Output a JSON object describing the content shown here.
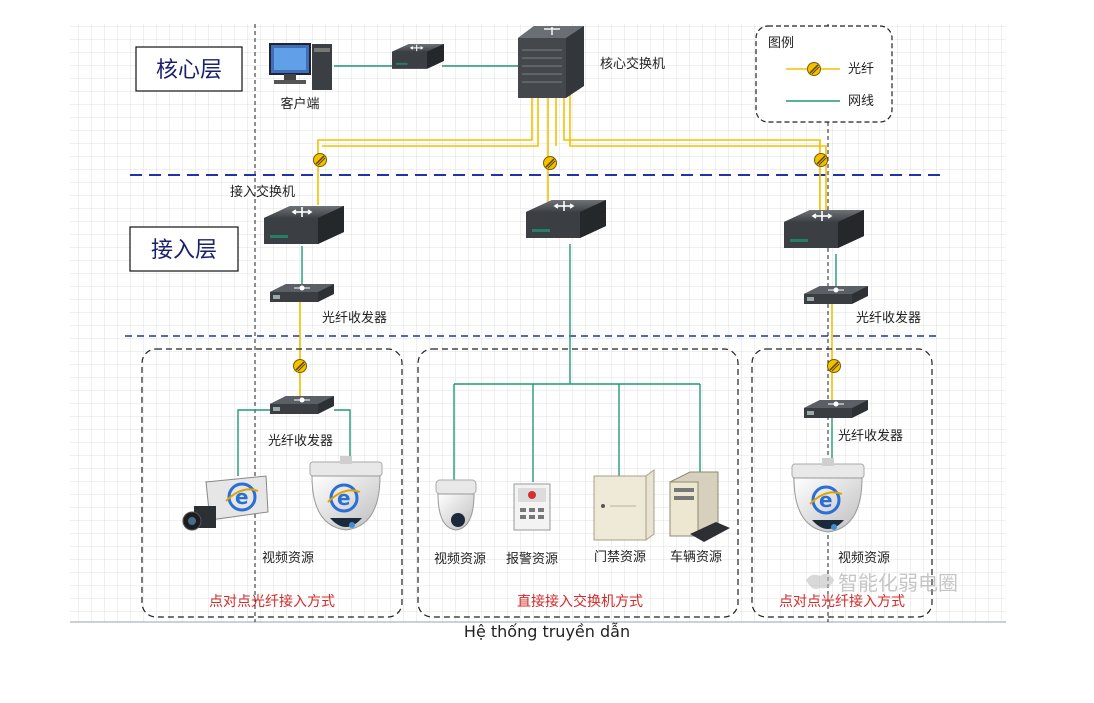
{
  "layers": {
    "core": "核心层",
    "access": "接入层"
  },
  "devices": {
    "client": "客户端",
    "core_switch": "核心交换机",
    "access_switch": "接入交换机",
    "transceiver": "光纤收发器",
    "video_resource": "视频资源",
    "alarm_resource": "报警资源",
    "access_control_resource": "门禁资源",
    "vehicle_resource": "车辆资源"
  },
  "legend": {
    "title": "图例",
    "fiber": "光纤",
    "network_cable": "网线"
  },
  "groups": {
    "left": "点对点光纤接入方式",
    "middle": "直接接入交换机方式",
    "right": "点对点光纤接入方式"
  },
  "watermark": "智能化弱电圈",
  "caption": "Hệ thống truyền dẫn",
  "colors": {
    "fiber": "#f2c100",
    "cable": "#1f9a78",
    "layer_divider": "#2233aa",
    "group_title": "#d42a2a"
  }
}
